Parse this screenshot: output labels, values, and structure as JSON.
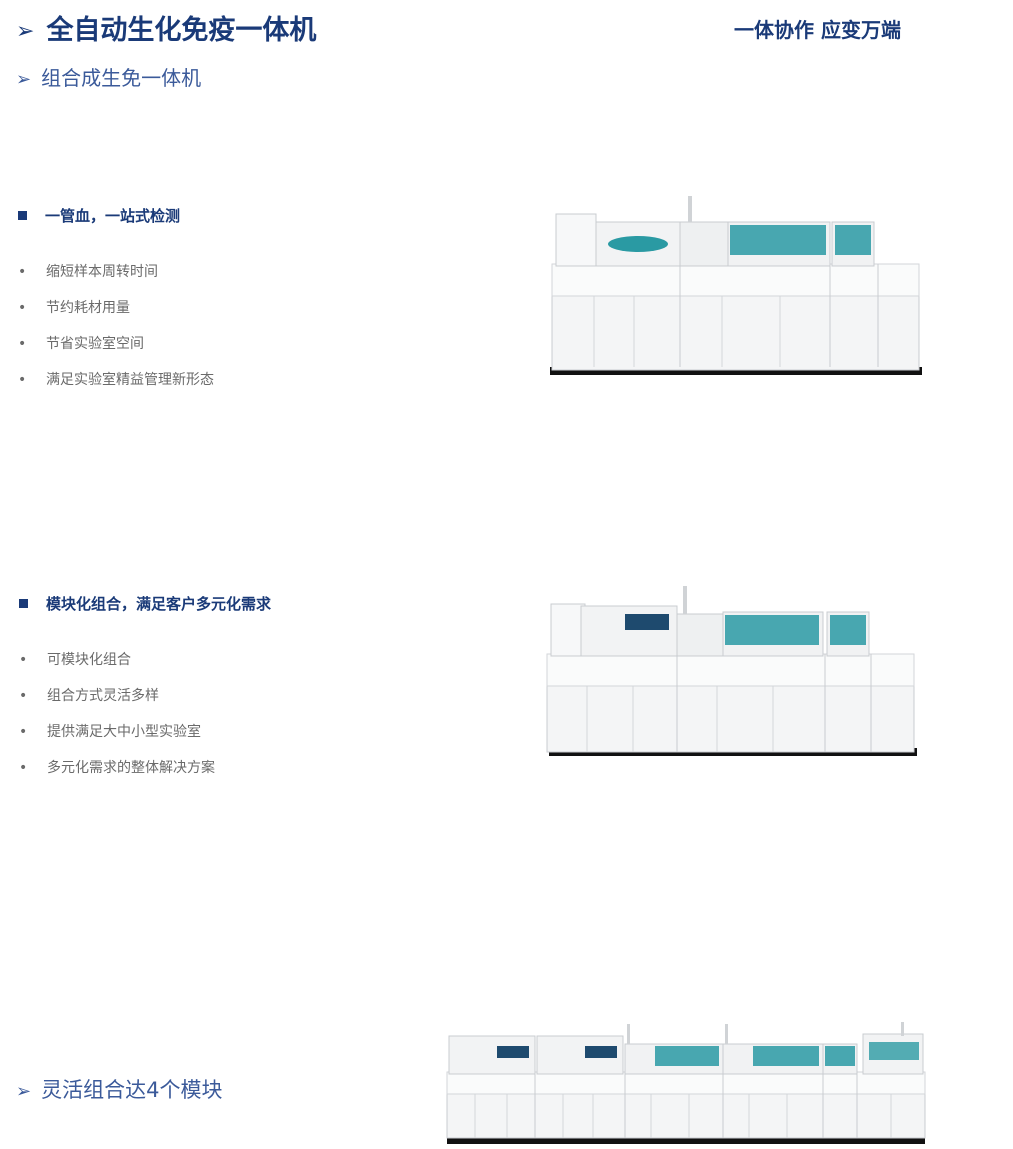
{
  "header": {
    "title": "全自动生化免疫一体机",
    "slogan": "一体协作 应变万端",
    "subtitle": "组合成生免一体机"
  },
  "section1": {
    "heading": "一管血，一站式检测",
    "bullets": [
      "缩短样本周转时间",
      "节约耗材用量",
      "节省实验室空间",
      "满足实验室精益管理新形态"
    ]
  },
  "section2": {
    "heading": "模块化组合，满足客户多元化需求",
    "bullets": [
      "可模块化组合",
      "组合方式灵活多样",
      "提供满足大中小型实验室",
      "多元化需求的整体解决方案"
    ]
  },
  "footer": {
    "title": "灵活组合达4个模块"
  },
  "icons": {
    "heading_marker": "arrow-icon",
    "section_marker": "square-icon",
    "bullet_marker": "bullet-dot-icon"
  },
  "colors": {
    "primary": "#1a3a78",
    "secondary": "#3b5a9a",
    "body_text": "#6a6a6a",
    "accent_teal": "#2a9aa3"
  }
}
